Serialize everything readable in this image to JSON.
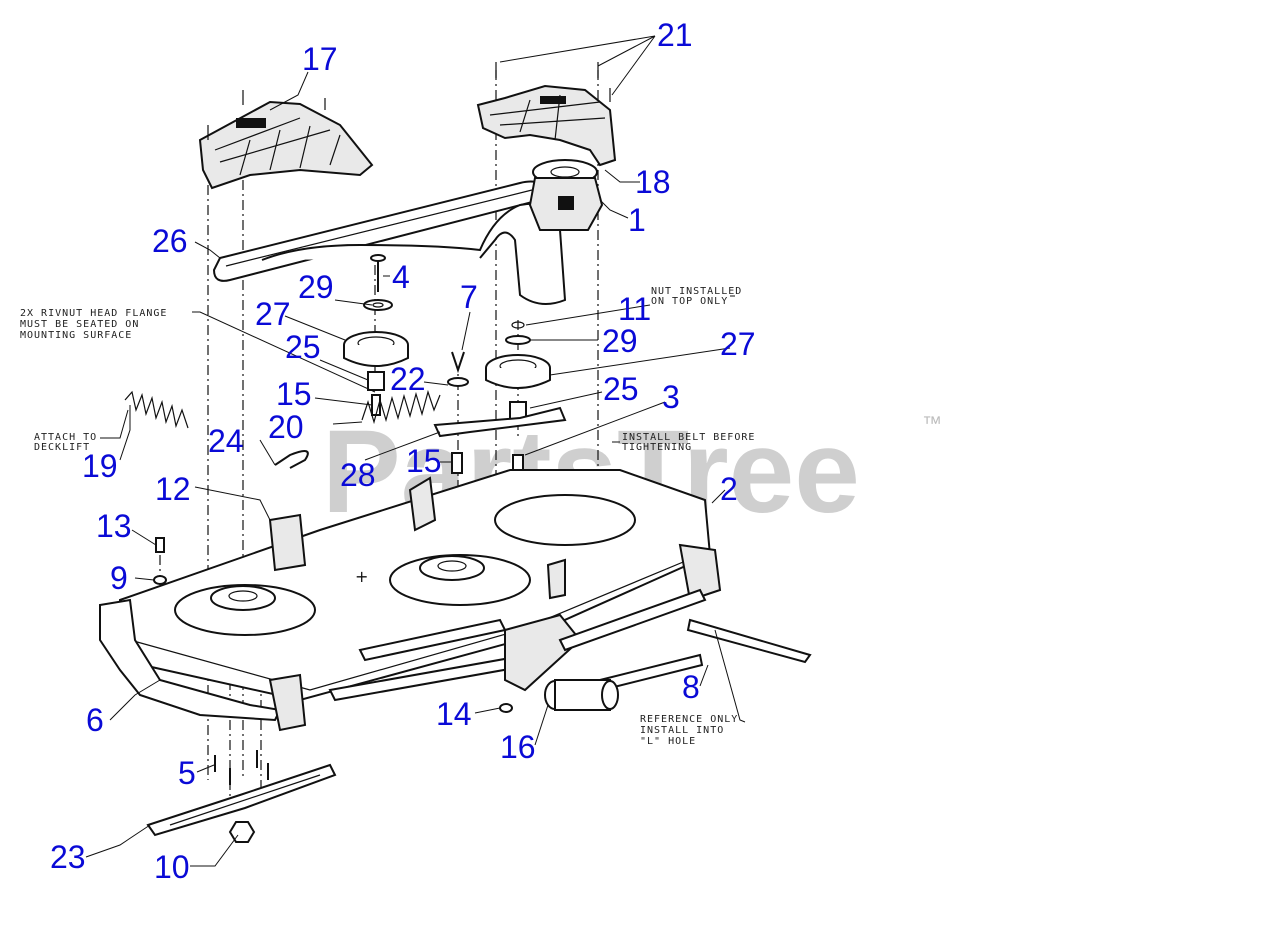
{
  "watermark": {
    "text": "PartsTree",
    "trademark": "™"
  },
  "callouts": [
    {
      "id": "c17",
      "label": "17"
    },
    {
      "id": "c21",
      "label": "21"
    },
    {
      "id": "c18",
      "label": "18"
    },
    {
      "id": "c1",
      "label": "1"
    },
    {
      "id": "c26",
      "label": "26"
    },
    {
      "id": "c4",
      "label": "4"
    },
    {
      "id": "c29a",
      "label": "29"
    },
    {
      "id": "c27a",
      "label": "27"
    },
    {
      "id": "c25a",
      "label": "25"
    },
    {
      "id": "c7",
      "label": "7"
    },
    {
      "id": "c11",
      "label": "11"
    },
    {
      "id": "c29b",
      "label": "29"
    },
    {
      "id": "c27b",
      "label": "27"
    },
    {
      "id": "c22",
      "label": "22"
    },
    {
      "id": "c25b",
      "label": "25"
    },
    {
      "id": "c3",
      "label": "3"
    },
    {
      "id": "c15a",
      "label": "15"
    },
    {
      "id": "c20",
      "label": "20"
    },
    {
      "id": "c24",
      "label": "24"
    },
    {
      "id": "c28",
      "label": "28"
    },
    {
      "id": "c15b",
      "label": "15"
    },
    {
      "id": "c19",
      "label": "19"
    },
    {
      "id": "c12",
      "label": "12"
    },
    {
      "id": "c2",
      "label": "2"
    },
    {
      "id": "c13",
      "label": "13"
    },
    {
      "id": "c9",
      "label": "9"
    },
    {
      "id": "c8",
      "label": "8"
    },
    {
      "id": "c6",
      "label": "6"
    },
    {
      "id": "c14",
      "label": "14"
    },
    {
      "id": "c16",
      "label": "16"
    },
    {
      "id": "c5",
      "label": "5"
    },
    {
      "id": "c23",
      "label": "23"
    },
    {
      "id": "c10",
      "label": "10"
    }
  ],
  "notes": {
    "rivnut": [
      "2X RIVNUT HEAD FLANGE",
      "MUST BE SEATED ON",
      "MOUNTING SURFACE"
    ],
    "nut_installed": [
      "NUT INSTALLED",
      "ON TOP ONLY"
    ],
    "install_belt": [
      "INSTALL BELT BEFORE",
      "TIGHTENING"
    ],
    "attach": [
      "ATTACH TO",
      "DECKLIFT"
    ],
    "reference": [
      "REFERENCE ONLY",
      "INSTALL INTO",
      "\"L\" HOLE"
    ]
  }
}
